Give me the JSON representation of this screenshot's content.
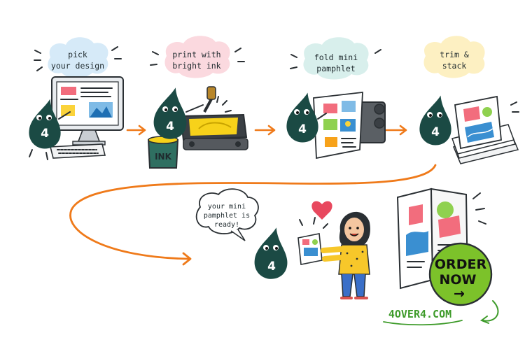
{
  "steps": [
    {
      "line1": "pick",
      "line2": "your design"
    },
    {
      "line1": "print with",
      "line2": "bright ink"
    },
    {
      "line1": "fold mini",
      "line2": "pamphlet"
    },
    {
      "line1": "trim &",
      "line2": "stack"
    }
  ],
  "ink_can_label": "INK",
  "mascot_number": "4",
  "speech": {
    "line1": "your mini",
    "line2": "pamphlet is",
    "line3": "ready!"
  },
  "cta": {
    "line1": "ORDER",
    "line2": "NOW",
    "arrow": "→"
  },
  "website": "4OVER4.COM",
  "colors": {
    "mascot": "#1b4a44",
    "flow_arrow": "#ef7a1a",
    "cta_green": "#7cc22a",
    "bubble_blue": "#d6eaf8",
    "bubble_pink": "#fbd9df",
    "bubble_teal": "#d8efec",
    "bubble_yellow": "#fdf0c2"
  },
  "icons": [
    "monitor-icon",
    "keyboard-icon",
    "printing-press-icon",
    "ink-can-icon",
    "folding-machine-icon",
    "pamphlet-stack-icon",
    "heart-icon",
    "open-pamphlet-icon"
  ]
}
